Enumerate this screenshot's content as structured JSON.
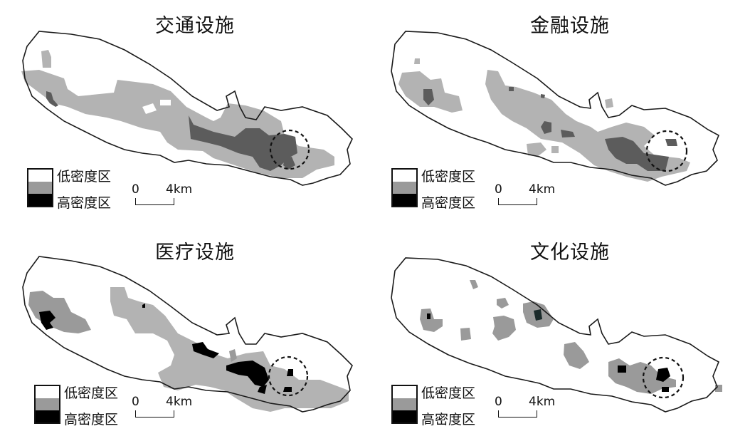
{
  "figure": {
    "panels": [
      {
        "id": "transport",
        "title": "交通设施"
      },
      {
        "id": "finance",
        "title": "金融设施"
      },
      {
        "id": "medical",
        "title": "医疗设施"
      },
      {
        "id": "culture",
        "title": "文化设施"
      }
    ],
    "legend": {
      "items": [
        {
          "label": "低密度区",
          "color": "#ffffff"
        },
        {
          "label": "",
          "color": "#9a9a9a"
        },
        {
          "label": "高密度区",
          "color": "#000000"
        }
      ]
    },
    "scale_bar": {
      "start": "0",
      "end": "4km"
    },
    "colors": {
      "boundary": "#1a1a1a",
      "low_medium": "#b3b3b3",
      "medium": "#9a9a9a",
      "medium_high": "#5c5c5c",
      "high": "#000000",
      "background": "#ffffff"
    },
    "annotation": "dashed circle marks the eastern core area in each panel"
  }
}
